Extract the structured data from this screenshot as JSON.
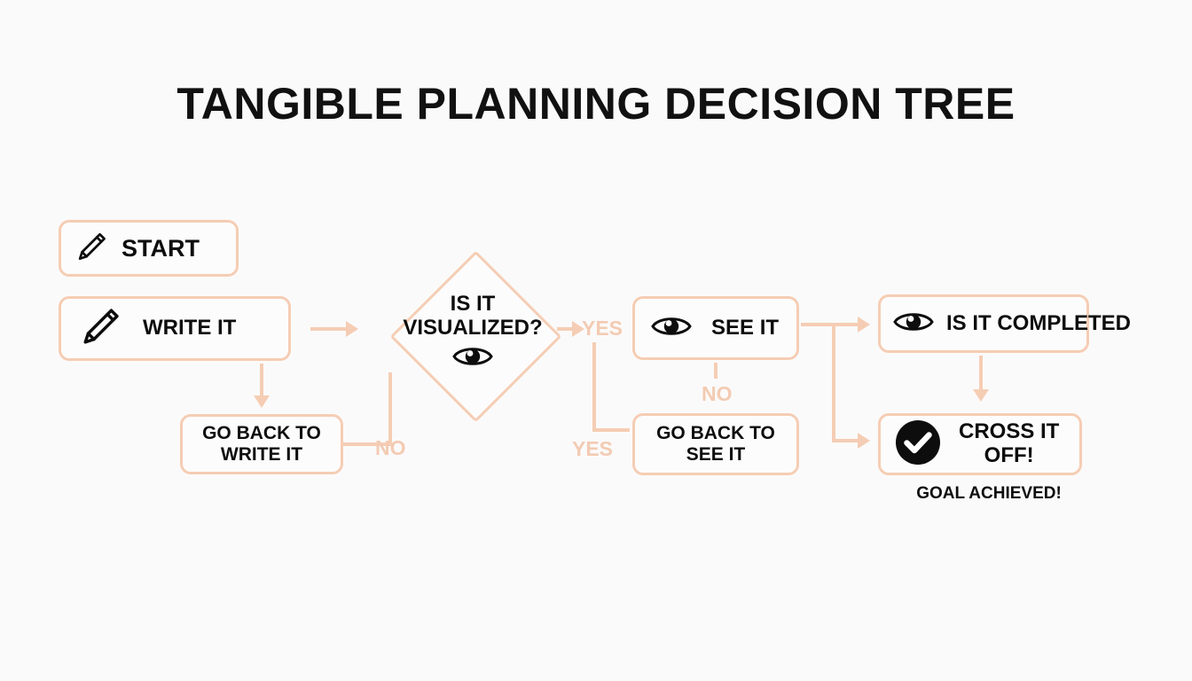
{
  "title": "TANGIBLE PLANNING DECISION TREE",
  "colors": {
    "background": "#fbfafa",
    "node_border": "#f5cdb4",
    "node_fill": "#fdfcfc",
    "connector": "#f5cdb4",
    "edge_label": "#f3cbb3",
    "text": "#0d0d0d"
  },
  "nodes": {
    "start": {
      "label": "START",
      "icon": "pencil-icon"
    },
    "write_it": {
      "label": "WRITE IT",
      "icon": "pencil-icon"
    },
    "go_back_to_write_it": {
      "label": "GO BACK TO\nWRITE IT"
    },
    "decision": {
      "label": "IS IT\nVISUALIZED?",
      "icon": "eye-icon"
    },
    "see_it": {
      "label": "SEE IT",
      "icon": "eye-icon"
    },
    "go_back_to_see_it": {
      "label": "GO BACK TO\nSEE IT"
    },
    "is_it_completed": {
      "label": "IS IT COMPLETED",
      "icon": "eye-icon"
    },
    "cross_it_off": {
      "label": "CROSS IT\nOFF!",
      "icon": "check-circle-icon"
    }
  },
  "edge_labels": {
    "decision_no": "NO",
    "decision_yes": "YES",
    "see_it_no": "NO",
    "go_back_yes": "YES"
  },
  "caption": {
    "goal_achieved": "GOAL ACHIEVED!"
  }
}
